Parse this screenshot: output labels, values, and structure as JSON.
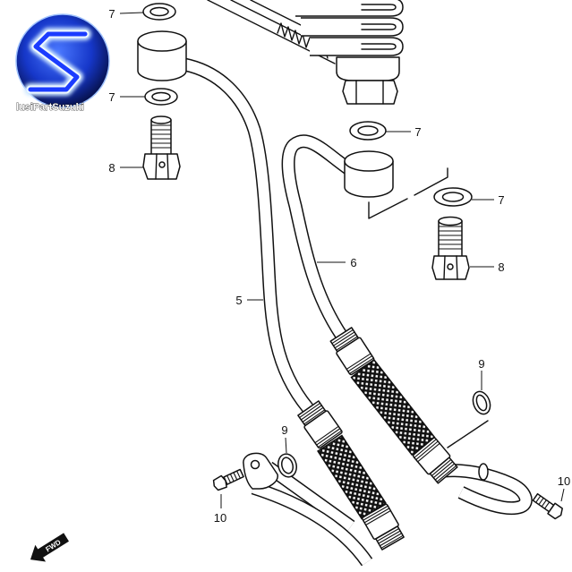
{
  "logo": {
    "text": "lusiPartSuzuki",
    "icon": "suzuki-s-logo-icon",
    "colors": {
      "ring_outer": "#07124f",
      "ring_mid": "#1637c9",
      "ring_inner": "#4a78ff",
      "glow": "#cfe8ff",
      "letter": "#1b3cff"
    }
  },
  "callouts": [
    "7",
    "7",
    "8",
    "7",
    "7",
    "8",
    "6",
    "5",
    "9",
    "9",
    "10",
    "10"
  ],
  "fwd_arrow": {
    "label": "FWD",
    "icon": "forward-arrow-icon"
  }
}
